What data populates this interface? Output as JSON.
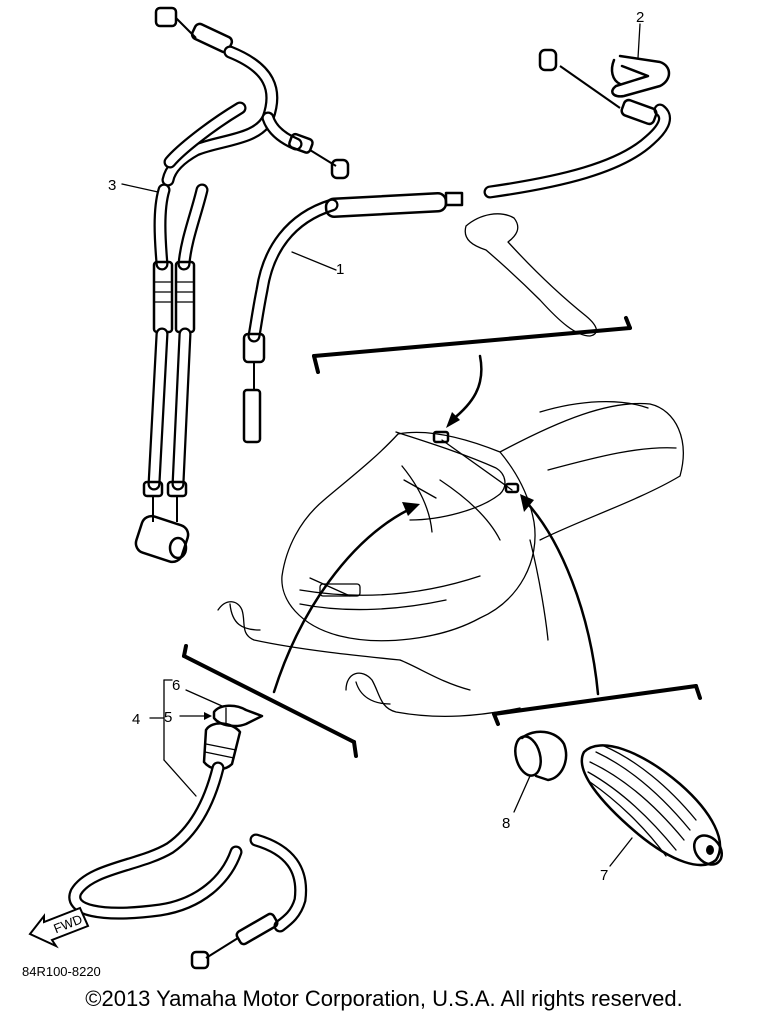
{
  "callouts": {
    "c1": "1",
    "c2": "2",
    "c3": "3",
    "c4": "4",
    "c5": "5",
    "c6": "6",
    "c7": "7",
    "c8": "8"
  },
  "fwd_label": "FWD",
  "diagram_code": "84R100-8220",
  "copyright": "©2013 Yamaha Motor Corporation, U.S.A. All rights reserved."
}
